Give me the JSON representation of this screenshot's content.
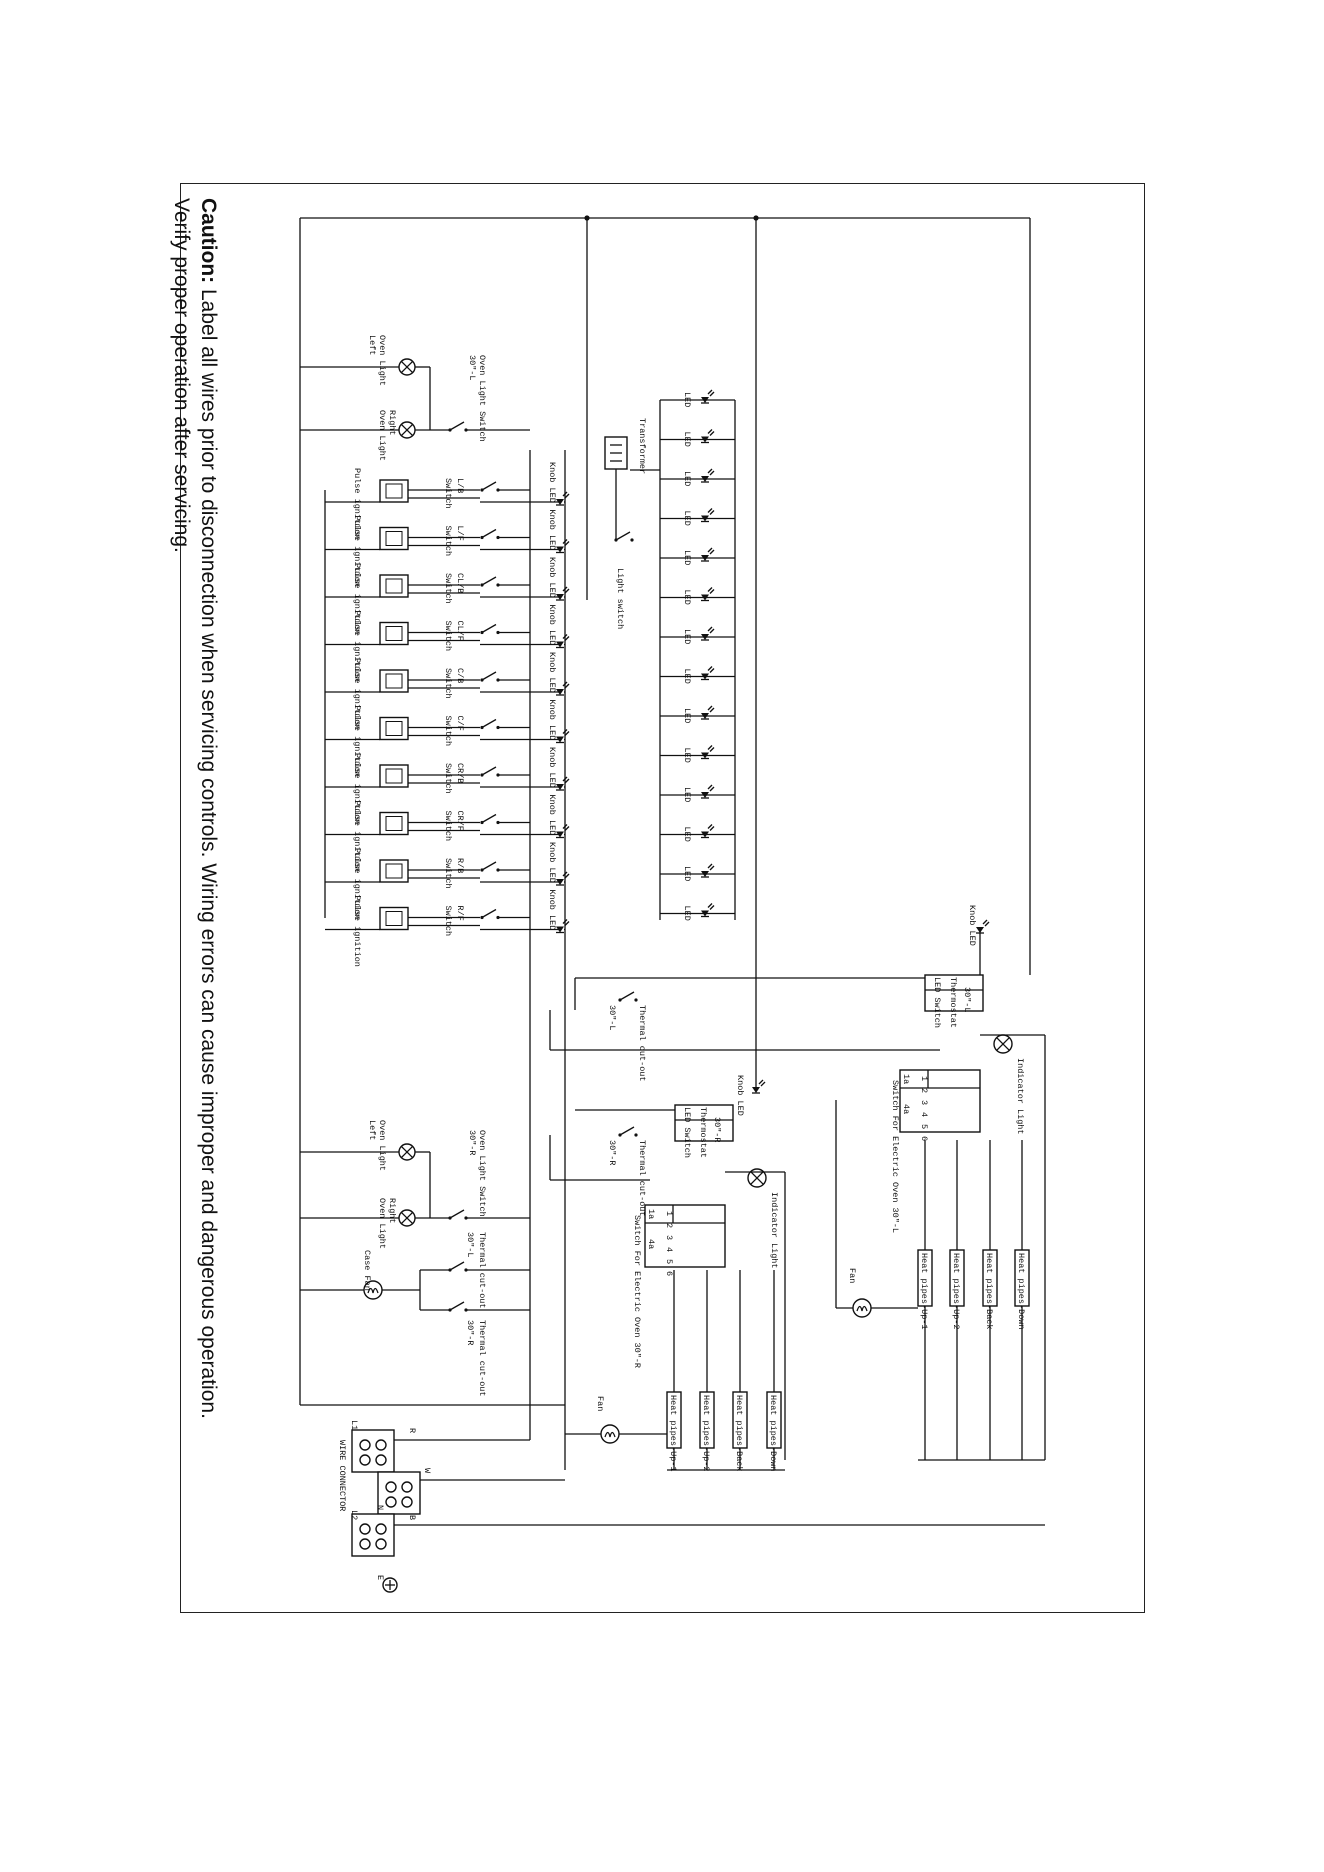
{
  "caution": {
    "heading": "Caution:",
    "line1_rest": " Label all wires prior to disconnection when servicing controls. Wiring errors can cause improper and dangerous operation.",
    "line2": "Verify proper operation after servicing."
  },
  "labels": {
    "oven_light": "Oven Light",
    "oven_light_switch": "Oven Light Switch",
    "left": "Left",
    "right": "Right",
    "switch_30_l": "30\"-L",
    "switch_30_r": "30\"-R",
    "transformer": "Transformer",
    "light_switch": "Light switch",
    "knob_led": "Knob LED",
    "led": "LED",
    "led_switch": "LED Switch",
    "thermostat": "Thermostat",
    "thermo_30_l": "30\"-L",
    "thermo_30_r": "30\"-R",
    "thermal_cutout": "Thermal cut-out",
    "indicator_light": "Indicator Light",
    "switch_for_electric_oven_l": "Switch For Electric Oven 30\"-L",
    "switch_for_electric_oven_r": "Switch For Electric Oven 30\"-R",
    "fan": "Fan",
    "case_fan": "Case Fan",
    "wire_connector": "WIRE CONNECTOR",
    "pulse_ignition": "Pulse ignition",
    "switch_word": "Switch",
    "term_1a": "1a",
    "term_4a": "4a",
    "terminal_numbers": [
      "1",
      "2",
      "3",
      "4",
      "5",
      "6"
    ],
    "connector_letters": [
      "R",
      "L1",
      "W",
      "N",
      "B",
      "L2",
      "E"
    ]
  },
  "burner_switches": [
    "L/B",
    "L/F",
    "CL/B",
    "CL/F",
    "C/B",
    "C/F",
    "CR/B",
    "CR/F",
    "R/B",
    "R/F"
  ],
  "heat_pipes": [
    "Heat pipes-Up-1",
    "Heat pipes-Up-2",
    "Heat pipes-Back",
    "Heat pipes-Down"
  ],
  "led_count": 14
}
